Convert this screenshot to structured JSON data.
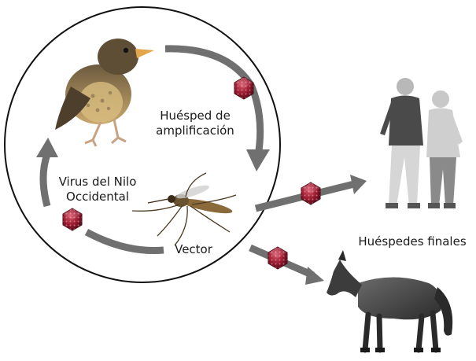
{
  "diagram": {
    "labels": {
      "amplifying_host_line1": "Huésped de",
      "amplifying_host_line2": "amplificación",
      "virus_line1": "Virus del Nilo",
      "virus_line2": "Occidental",
      "vector": "Vector",
      "dead_end_hosts": "Huéspedes finales"
    },
    "illustrations": [
      "bird-chick",
      "mosquito",
      "elderly-couple-walking",
      "horse",
      "virus-particle"
    ],
    "colors": {
      "virus_fill": "#9b1b30",
      "virus_highlight": "#d9566a",
      "arrow_gray": "#707070",
      "circle_stroke": "#111111"
    }
  }
}
